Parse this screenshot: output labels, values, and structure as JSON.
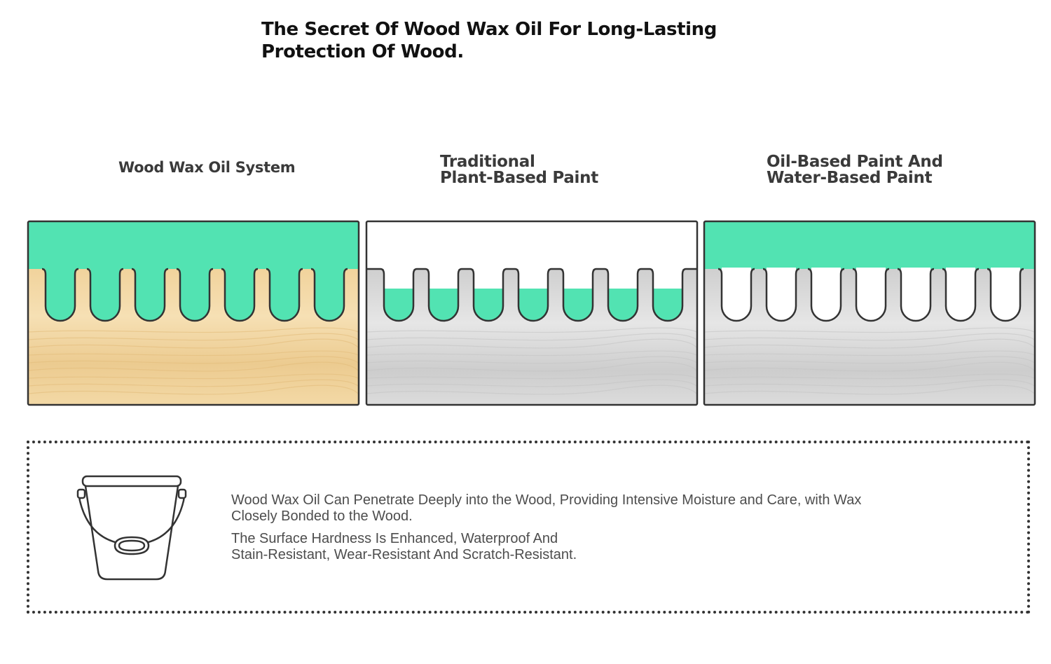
{
  "title": {
    "line1": "The Secret Of Wood Wax Oil For Long-Lasting",
    "line2": "Protection Of Wood."
  },
  "panels": [
    {
      "label_lines": [
        "Wood Wax Oil System"
      ],
      "wood": "natural",
      "coating": "full",
      "fill": "complete"
    },
    {
      "label_lines": [
        "Traditional",
        "Plant-Based Paint"
      ],
      "wood": "grey",
      "coating": "none",
      "fill": "partial"
    },
    {
      "label_lines": [
        "Oil-Based Paint And",
        "Water-Based Paint"
      ],
      "wood": "grey",
      "coating": "full",
      "fill": "empty"
    }
  ],
  "description": {
    "paragraph1": {
      "line1": "Wood Wax Oil Can Penetrate Deeply into the Wood, Providing Intensive Moisture and Care, with Wax",
      "line2": "Closely Bonded to the Wood."
    },
    "paragraph2": {
      "line1": "The Surface Hardness Is Enhanced, Waterproof And",
      "line2": "Stain-Resistant, Wear-Resistant And Scratch-Resistant."
    }
  },
  "icons": {
    "bucket": "bucket-icon"
  },
  "colors": {
    "coating": "#52e3b2",
    "natural_wood_light": "#f4dcaa",
    "natural_wood_dark": "#e2bd7c",
    "grey_wood_light": "#e4e4e4",
    "grey_wood_dark": "#c4c4c4",
    "outline": "#333333",
    "title_text": "#111111",
    "label_text": "#3a3a3a",
    "body_text": "#4d4d4d"
  }
}
